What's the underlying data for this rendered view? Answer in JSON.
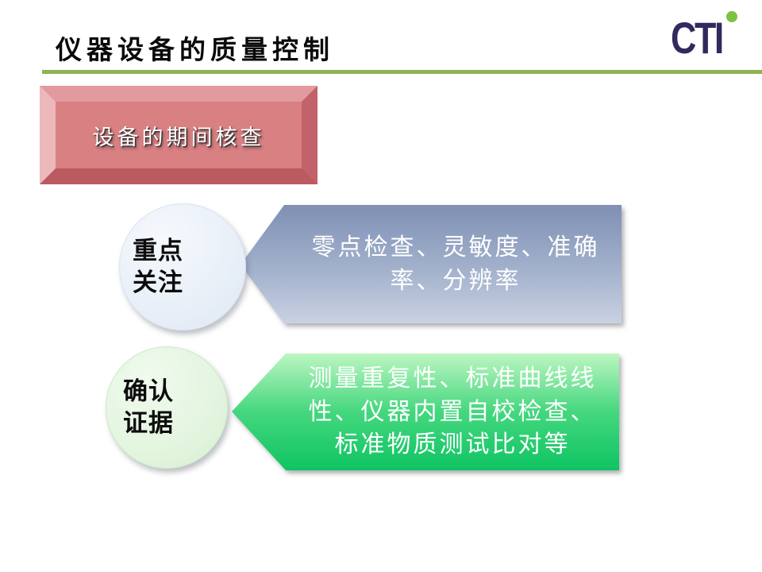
{
  "slide": {
    "title": "仪器设备的质量控制",
    "logo_text": "CTI",
    "header_box_label": "设备的期间核查"
  },
  "focus_row": {
    "circle_lines": [
      "重点",
      "关注"
    ],
    "arrow_lines": [
      "零点检查、灵敏度、准确",
      "率、分辨率"
    ]
  },
  "evidence_row": {
    "circle_lines": [
      "确认",
      "证据"
    ],
    "arrow_lines": [
      "测量重复性、标准曲线线",
      "性、仪器内置自校检查、",
      "标准物质测试比对等"
    ]
  },
  "colors": {
    "title_rule_green": "#8FB254",
    "logo_navy": "#302A5E",
    "logo_dot_green": "#7CC243",
    "header_box_red": "#D98083",
    "blue_arrow_top": "#7F90B5",
    "blue_arrow_bottom": "#C9D2E3",
    "green_arrow_top": "#BDF6C1",
    "green_arrow_bottom": "#0FC463",
    "circle_focus_fill": "#E8EFF8",
    "circle_evidence_fill": "#E3F5DF"
  }
}
